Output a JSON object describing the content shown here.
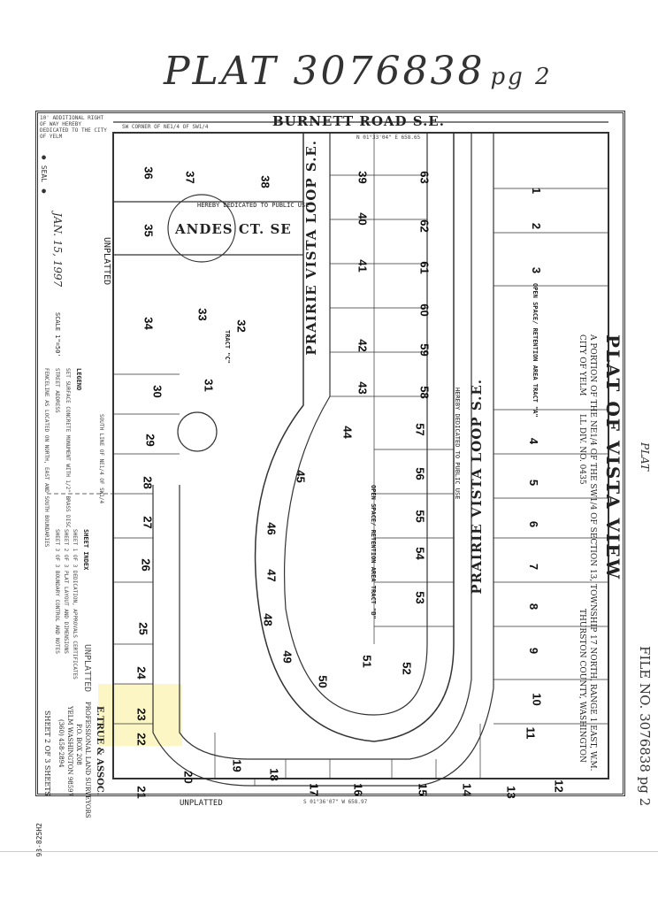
{
  "handwritten_title": {
    "text": "PLAT 3076838",
    "suffix": "pg 2"
  },
  "plat": {
    "title": "PLAT OF VISTA VIEW",
    "description": "A PORTION OF THE NE1/4 OF THE SW1/4 OF SECTION 13, TOWNSHIP 17 NORTH, RANGE 1 EAST, W.M.",
    "city": "CITY OF YELM",
    "county": "THURSTON COUNTY, WASHINGTON",
    "div": "LL DIV. NO. 0435",
    "file_no": "FILE NO. 3076838 pg 2",
    "plat_note": "PLAT",
    "date_stamp": "JAN. 15, 1997"
  },
  "streets": {
    "burnett": "BURNETT ROAD S.E.",
    "prairie_west": "PRAIRIE VISTA LOOP S.E.",
    "prairie_east": "PRAIRIE VISTA LOOP S.E.",
    "andes": "ANDES CT. SE"
  },
  "notes": {
    "row_dedication": "10' ADDITIONAL RIGHT OF WAY HEREBY DEDICATED TO THE CITY OF YELM",
    "sw_corner": "SW CORNER OF NE1/4 OF SW1/4",
    "public_use_1": "HEREBY DEDICATED TO PUBLIC USE",
    "public_use_2": "HEREBY DEDICATED TO PUBLIC USE",
    "south_line": "SOUTH LINE OF NE1/4 OF SW1/4",
    "bearing_top": "N 01°33'04\" E 658.65",
    "bearing_bottom": "S 01°36'07\" W 658.97"
  },
  "tracts": [
    {
      "name": "TRACT \"A\"",
      "label": "OPEN SPACE/ RETENTION AREA"
    },
    {
      "name": "TRACT \"B\"",
      "label": "OPEN SPACE/ RETENTION AREA"
    },
    {
      "name": "TRACT \"C\"",
      "label": ""
    }
  ],
  "unplatted": [
    "UNPLATTED",
    "UNPLATTED",
    "UNPLATTED"
  ],
  "lots": [
    "1",
    "2",
    "3",
    "4",
    "5",
    "6",
    "7",
    "8",
    "9",
    "10",
    "11",
    "12",
    "13",
    "14",
    "15",
    "16",
    "17",
    "18",
    "19",
    "20",
    "21",
    "22",
    "23",
    "24",
    "25",
    "26",
    "27",
    "28",
    "29",
    "30",
    "31",
    "32",
    "33",
    "34",
    "35",
    "36",
    "37",
    "38",
    "39",
    "40",
    "41",
    "42",
    "43",
    "44",
    "45",
    "46",
    "47",
    "48",
    "49",
    "50",
    "51",
    "52",
    "53",
    "54",
    "55",
    "56",
    "57",
    "58",
    "59",
    "60",
    "61",
    "62",
    "63"
  ],
  "legend": {
    "title": "LEGEND",
    "items": [
      "SET SURFACE CONCRETE MONUMENT WITH 1/2\" BRASS DISC",
      "STREET ADDRESS",
      "FENCELINE AS LOCATED ON NORTH, EAST AND SOUTH BOUNDARIES"
    ]
  },
  "scale": "SCALE 1\"=50'",
  "sheet_index": {
    "title": "SHEET INDEX",
    "items": [
      "SHEET 1 OF 3  DEDICATION, APPROVALS CERTIFICATES",
      "SHEET 2 OF 3  PLAT LAYOUT AND DIMENSIONS",
      "SHEET 3 OF 3  BOUNDARY CONTROL AND NOTES"
    ]
  },
  "surveyor": {
    "name": "E.TRUE & ASSOC.",
    "title": "PROFESSIONAL LAND SURVEYORS",
    "address": "P.O. BOX 208",
    "city": "YELM WASHINGTON 98597",
    "phone": "(360) 458-2894",
    "sheet": "SHEET 2 OF 3 SHEETS"
  },
  "footer_code": "93-825H2"
}
